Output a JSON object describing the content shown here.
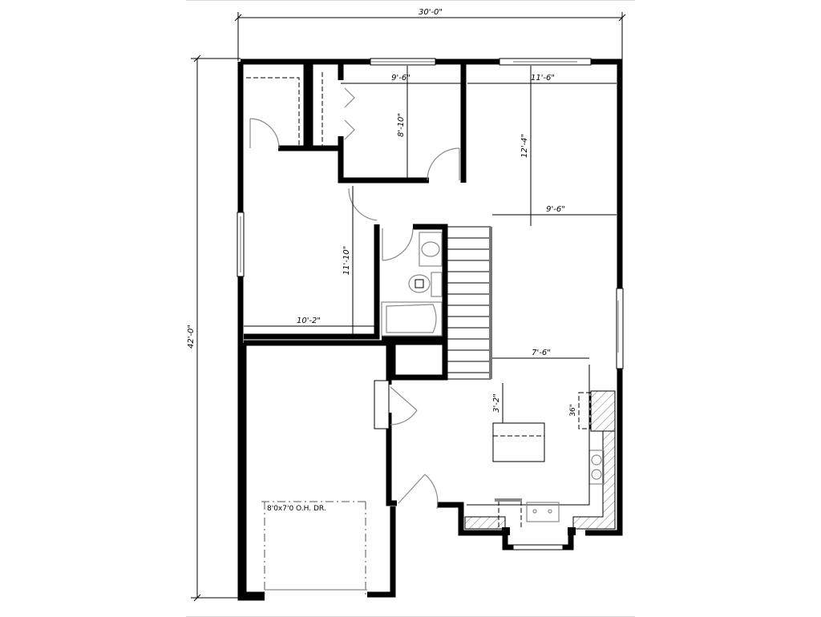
{
  "plan": {
    "overall_width": "30'-0\"",
    "overall_depth": "42'-0\"",
    "dimensions": {
      "bedroom2_width": "9'-6\"",
      "bedroom2_depth": "8'-10\"",
      "living_width": "11'-6\"",
      "living_depth": "12'-4\"",
      "living_lower_width": "9'-6\"",
      "bedroom1_depth": "11'-10\"",
      "bedroom1_width": "10'-2\"",
      "kitchen_width": "7'-6\"",
      "island_offset": "3'-2\"",
      "fridge_label": "36\""
    },
    "garage_door_label": "8'0x7'0 O.H. DR."
  },
  "colors": {
    "line": "#000000",
    "fixture": "#8a8a8a",
    "background": "#ffffff"
  }
}
